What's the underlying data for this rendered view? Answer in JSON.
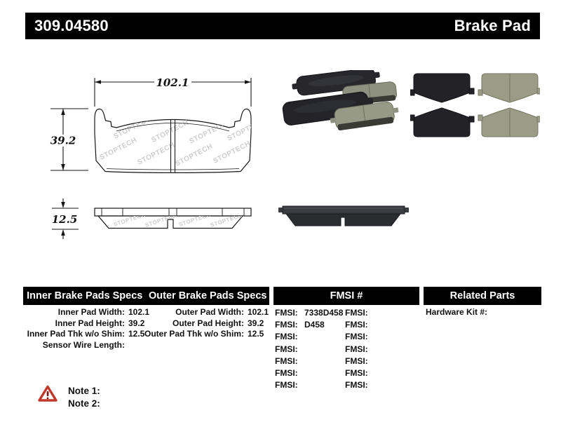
{
  "header": {
    "part_number": "309.04580",
    "product_type": "Brake Pad"
  },
  "drawing": {
    "pad_width": "102.1",
    "pad_height": "39.2",
    "pad_thickness": "12.5",
    "watermark": "STOPTECH"
  },
  "specs": {
    "inner": {
      "title": "Inner Brake Pads Specs",
      "rows": [
        {
          "label": "Inner Pad Width:",
          "value": "102.1"
        },
        {
          "label": "Inner Pad Height:",
          "value": "39.2"
        },
        {
          "label": "Inner Pad Thk w/o Shim:",
          "value": "12.5"
        },
        {
          "label": "Sensor Wire Length:",
          "value": ""
        }
      ]
    },
    "outer": {
      "title": "Outer Brake Pads Specs",
      "rows": [
        {
          "label": "Outer Pad Width:",
          "value": "102.1"
        },
        {
          "label": "Outer Pad Height:",
          "value": "39.2"
        },
        {
          "label": "Outer Pad Thk w/o Shim:",
          "value": "12.5"
        }
      ]
    }
  },
  "fmsi": {
    "title": "FMSI #",
    "col1": [
      {
        "label": "FMSI:",
        "value": "7338D458"
      },
      {
        "label": "FMSI:",
        "value": "D458"
      },
      {
        "label": "FMSI:",
        "value": ""
      },
      {
        "label": "FMSI:",
        "value": ""
      },
      {
        "label": "FMSI:",
        "value": ""
      },
      {
        "label": "FMSI:",
        "value": ""
      },
      {
        "label": "FMSI:",
        "value": ""
      }
    ],
    "col2": [
      {
        "label": "FMSI:",
        "value": ""
      },
      {
        "label": "FMSI:",
        "value": ""
      },
      {
        "label": "FMSI:",
        "value": ""
      },
      {
        "label": "FMSI:",
        "value": ""
      },
      {
        "label": "FMSI:",
        "value": ""
      },
      {
        "label": "FMSI:",
        "value": ""
      },
      {
        "label": "FMSI:",
        "value": ""
      }
    ]
  },
  "related_parts": {
    "title": "Related Parts",
    "rows": [
      {
        "label": "Hardware Kit #:",
        "value": ""
      }
    ]
  },
  "notes": {
    "icon": "warning-triangle",
    "items": [
      {
        "label": "Note 1:",
        "value": ""
      },
      {
        "label": "Note 2:",
        "value": ""
      }
    ]
  },
  "colors": {
    "bar_bg": "#000000",
    "bar_text": "#ffffff",
    "warning_red": "#c0392b"
  }
}
